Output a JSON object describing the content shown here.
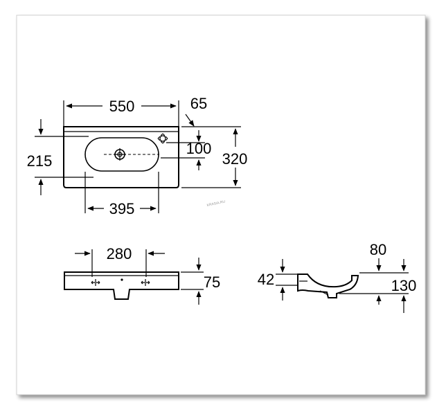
{
  "drawing": {
    "top_view": {
      "width_label": "550",
      "overhang_label": "65",
      "depth_label": "320",
      "inner_depth_label": "215",
      "tap_offset_label": "100",
      "bowl_width_label": "395"
    },
    "front_view": {
      "tap_spacing_label": "280",
      "height_label": "75"
    },
    "side_view": {
      "rim_label": "42",
      "depth_label": "80",
      "height_label": "130"
    },
    "watermark": "KRASIA.RU"
  }
}
